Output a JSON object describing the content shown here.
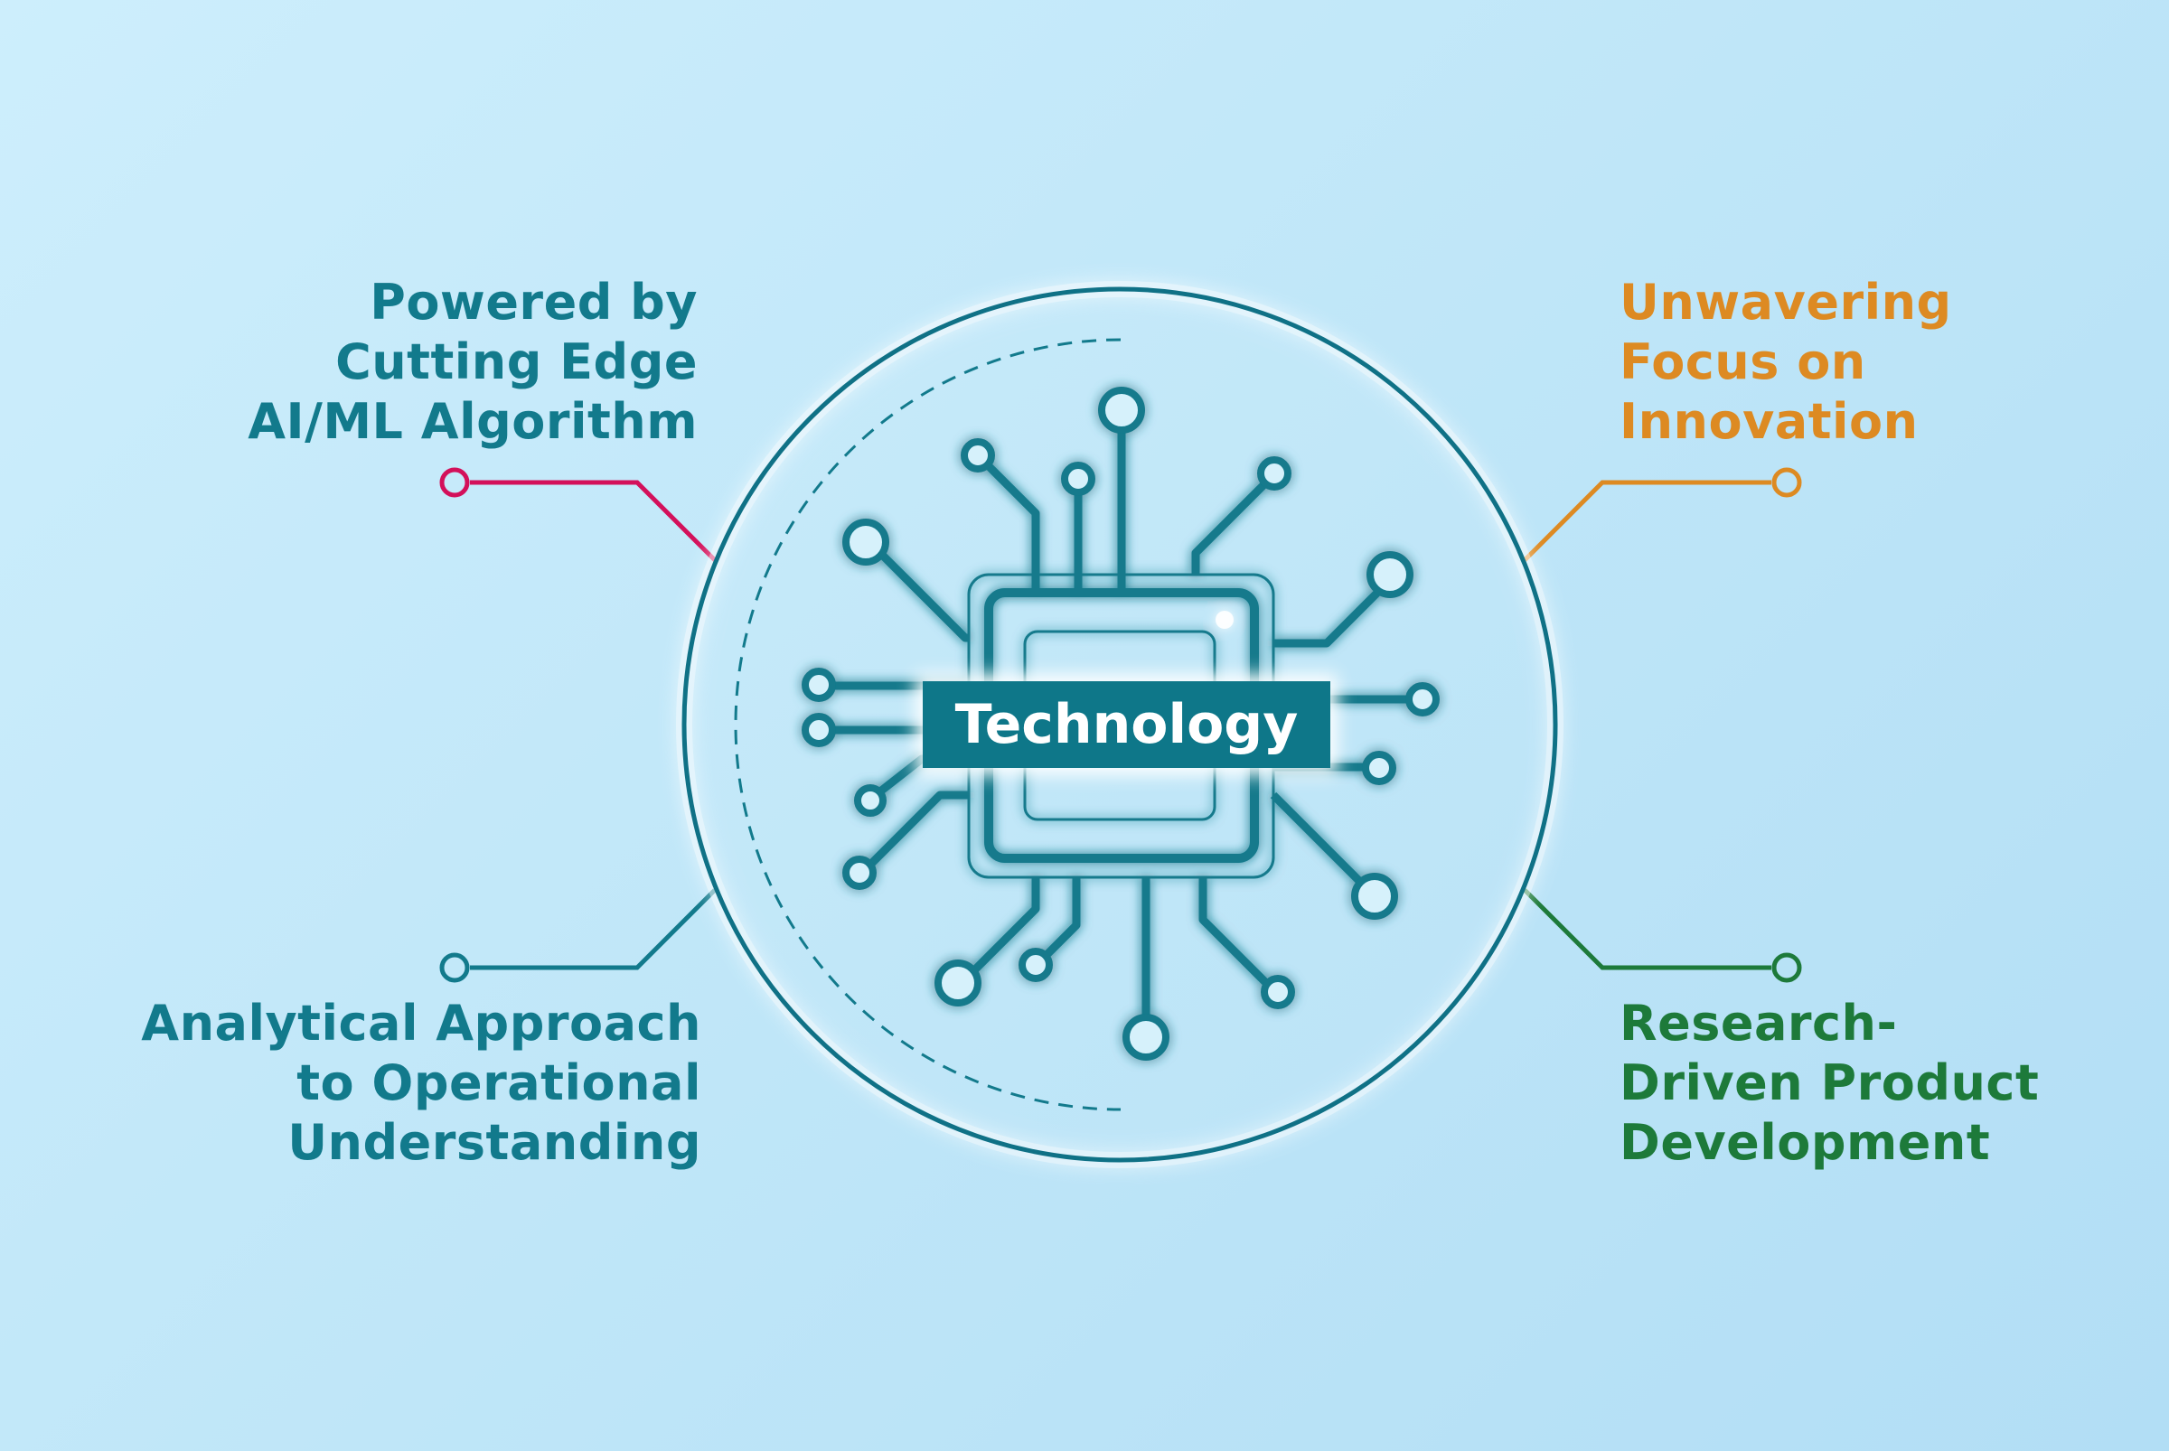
{
  "center": {
    "label": "Technology"
  },
  "items": [
    {
      "id": "top-left",
      "text": "Powered by\nCutting Edge\nAI/ML Algorithm",
      "color": "#127a8c",
      "connector_color": "#d3105a"
    },
    {
      "id": "top-right",
      "text": "Unwavering\nFocus on\nInnovation",
      "color": "#dd8a22",
      "connector_color": "#dd8a22"
    },
    {
      "id": "bottom-left",
      "text": "Analytical Approach\nto Operational\nUnderstanding",
      "color": "#127a8c",
      "connector_color": "#127a8c"
    },
    {
      "id": "bottom-right",
      "text": "Research-\nDriven Product\nDevelopment",
      "color": "#1d7a3a",
      "connector_color": "#1d7a3a"
    }
  ],
  "colors": {
    "circuit": "#127a8c",
    "ring": "#0f7186"
  }
}
